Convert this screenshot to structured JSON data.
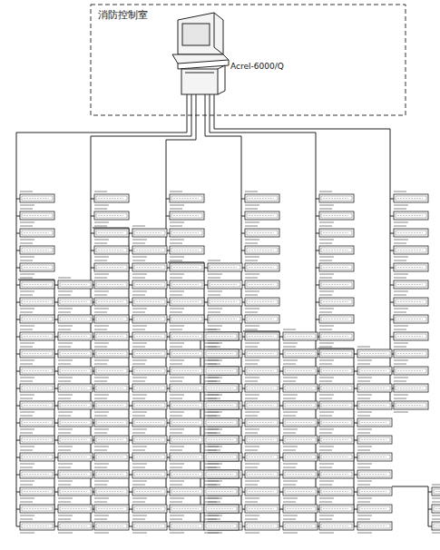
{
  "diagram": {
    "nodes": [
      {
        "text": [
          "消防控制室"
        ]
      },
      {
        "text": [
          "Acrel-6000/Q"
        ],
        "in": 0
      }
    ]
  }
}
